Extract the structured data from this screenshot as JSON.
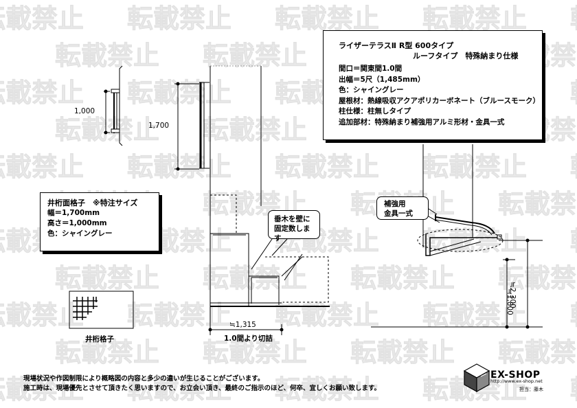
{
  "watermark": {
    "text": "転載禁止"
  },
  "spec": {
    "title": "ライザーテラスⅡ R型 600タイプ",
    "subtitle": "ルーフタイプ　特殊納まり仕様",
    "lines": [
      "間口＝関東間1.0間",
      "出幅＝5尺（1,485mm）",
      "色：シャイングレー",
      "屋根材：熱線吸収アクアポリカーボネート（ブルースモーク）",
      "柱仕様：柱無しタイプ",
      "追加部材：特殊納まり補強用アルミ形材・金具一式"
    ]
  },
  "lattice": {
    "title": "井桁面格子　※特注サイズ",
    "lines": [
      "幅＝1,700mm",
      "高さ＝1,000mm",
      "色：シャイングレー"
    ],
    "diagram_label": "井桁格子"
  },
  "dims": {
    "window_height": "1,000",
    "lattice_height": "1,700",
    "width": "≒1,315",
    "cut_note": "1.0間より切詰",
    "height_upper": "≒2,300",
    "height_lower": "≒1,800"
  },
  "callouts": {
    "rafter": [
      "垂木を壁に",
      "固定数します"
    ],
    "bracket": [
      "補強用",
      "金具一式"
    ]
  },
  "notes": [
    "現場状況や作図制限により概略図の内容と多少の違いが生じることがございます。",
    "施工時は、現場優先とさせて頂きたく思いますので、お立会い頂き、最終のご指示のほど、何卒、宜しくお願い致します。"
  ],
  "logo": {
    "name": "EX-SHOP",
    "url": "http://www.ex-shop.net",
    "person": "担当：藤木"
  }
}
